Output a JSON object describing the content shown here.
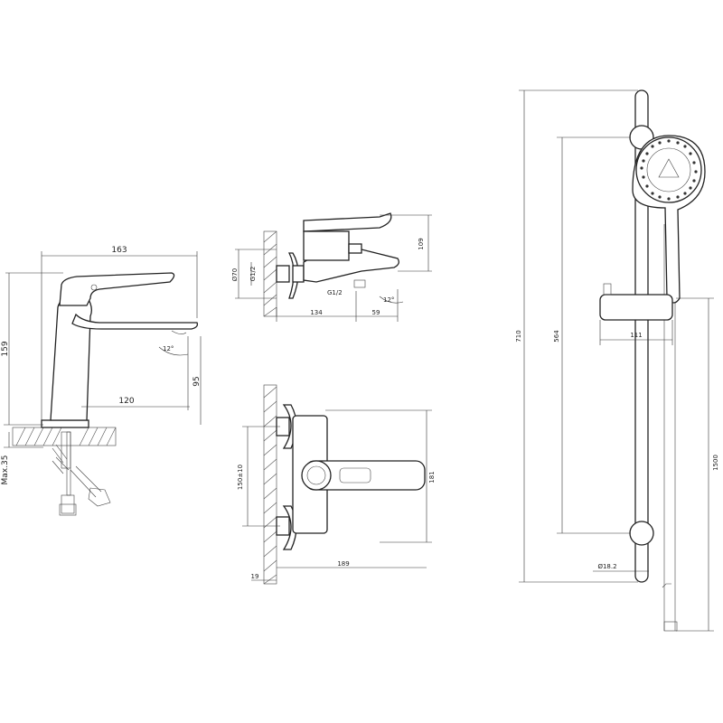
{
  "basin_mixer": {
    "dims": {
      "width": "163",
      "height": "159",
      "spout_reach": "120",
      "spout_height": "95",
      "angle": "12°",
      "deck_thickness": "Max.35"
    }
  },
  "bath_mixer_side": {
    "dims": {
      "outlet_diameter": "Ø70",
      "thread": "G1/2",
      "thread_bottom": "G1/2",
      "height": "109",
      "depth": "134",
      "spout": "59",
      "angle": "12°"
    }
  },
  "bath_mixer_front": {
    "dims": {
      "centers": "150±10",
      "height": "181",
      "width": "189",
      "wall": "19"
    }
  },
  "shower_set": {
    "dims": {
      "rail_length": "710",
      "adjust_range": "564",
      "holder_depth": "111",
      "hose_length": "1500",
      "rail_diameter": "Ø18.2"
    }
  }
}
